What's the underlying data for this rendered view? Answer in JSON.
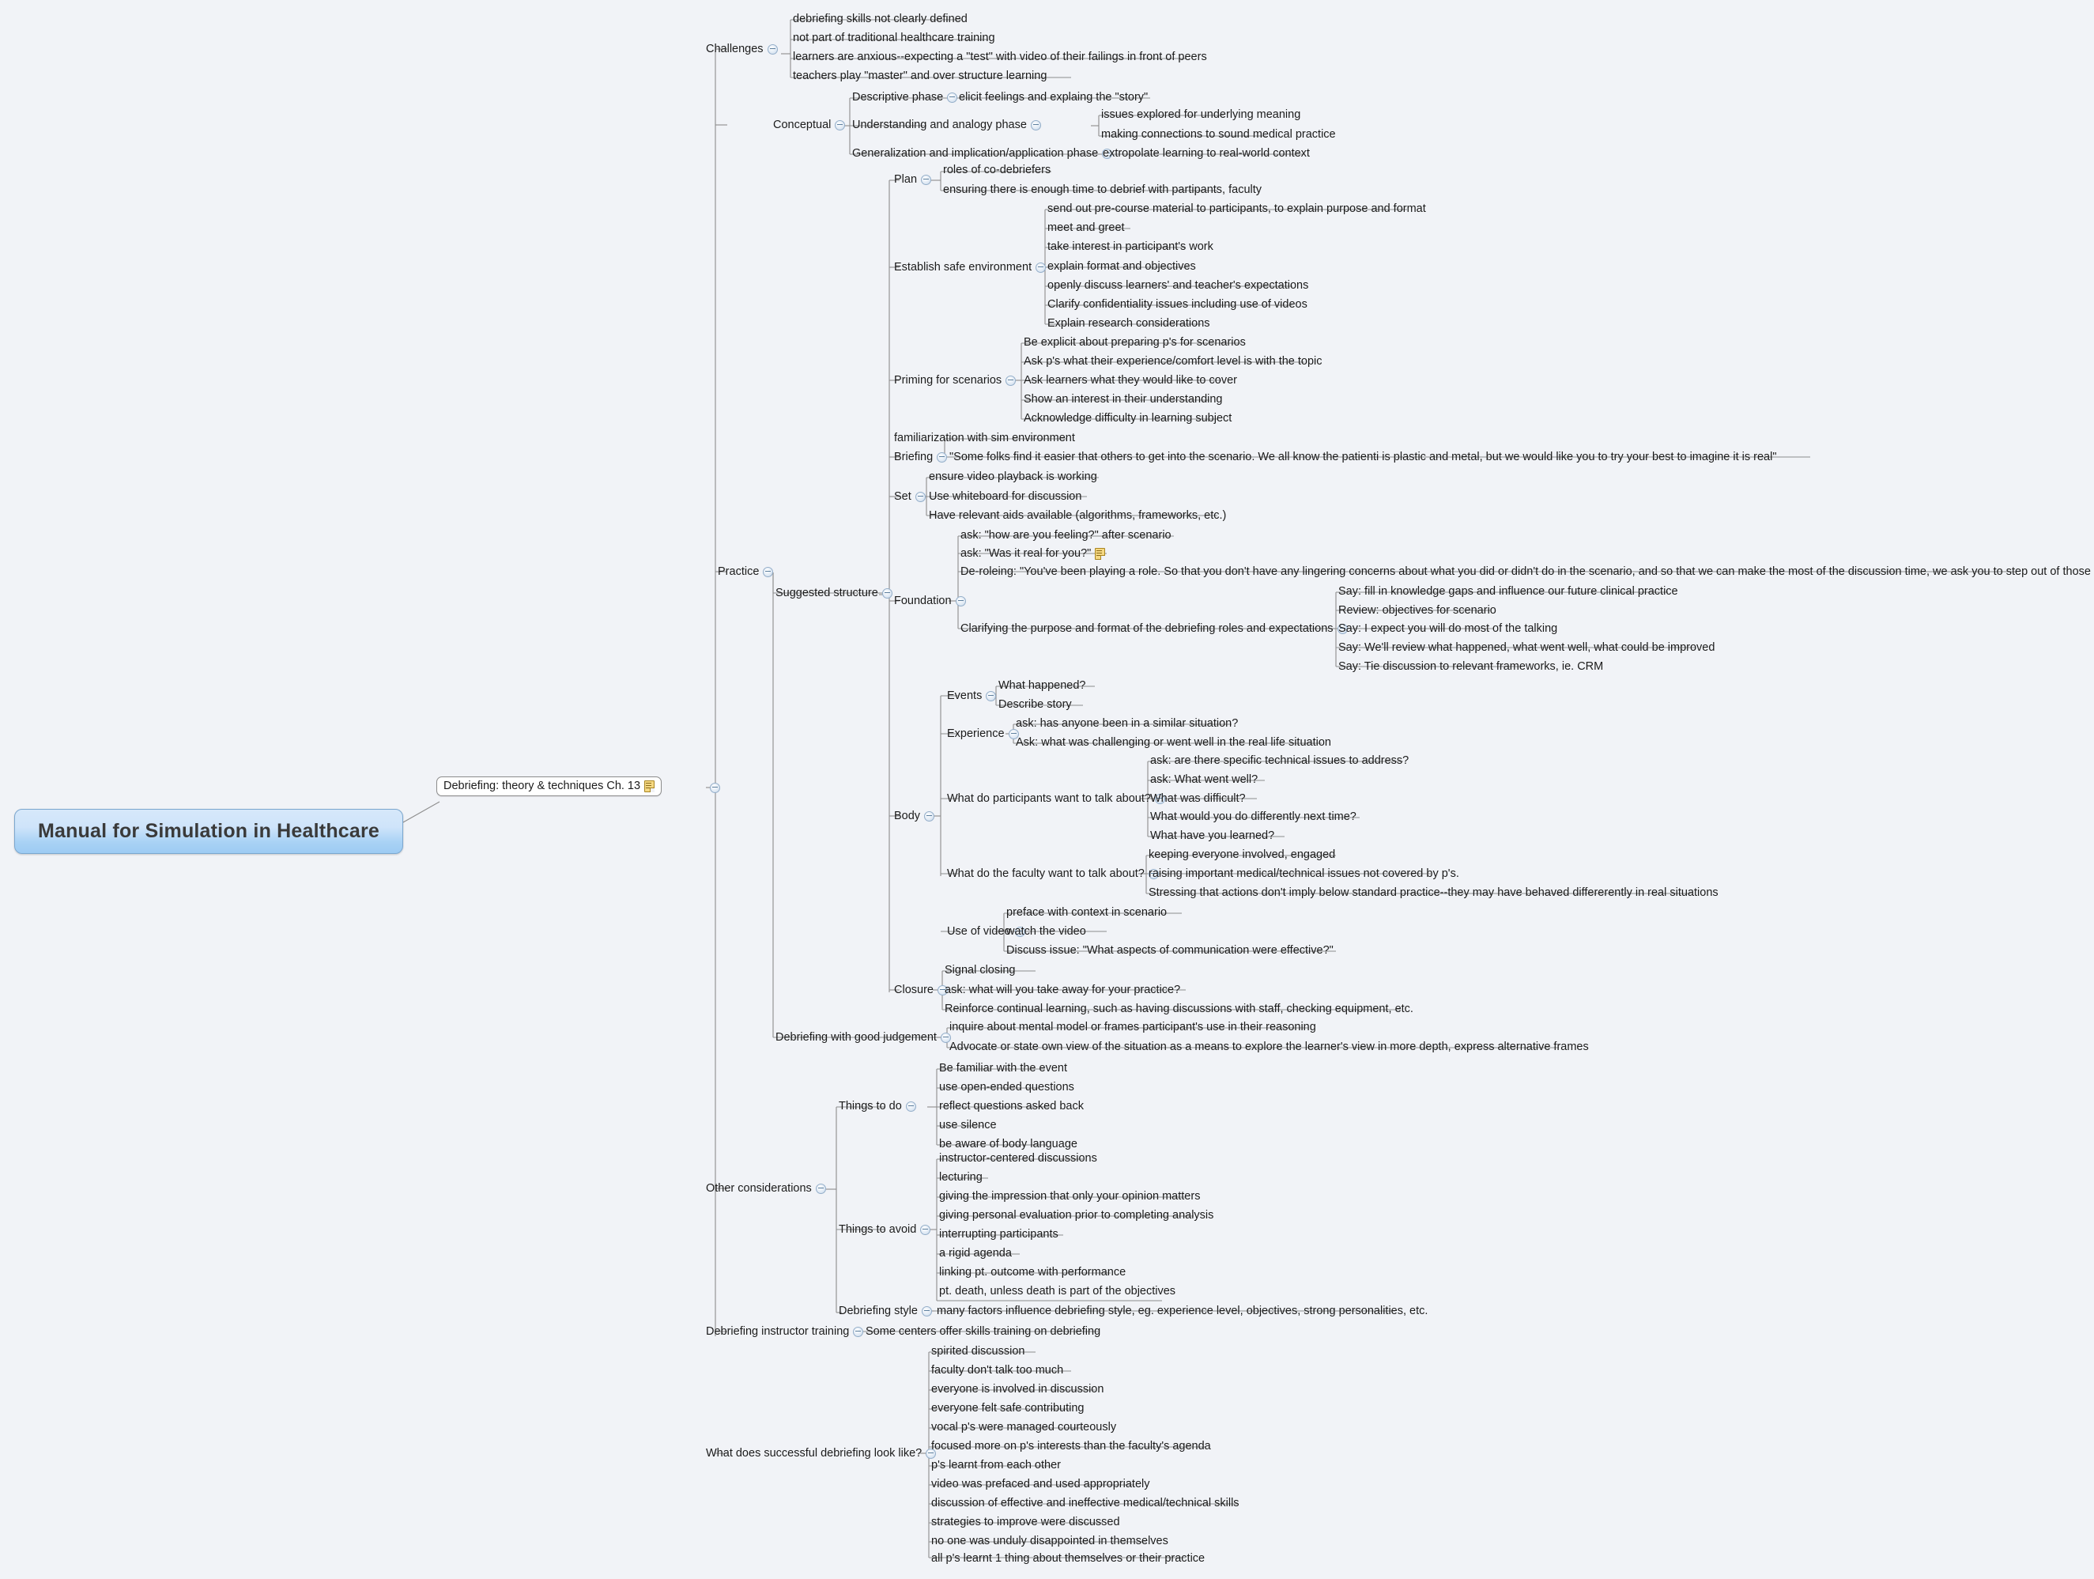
{
  "root": {
    "label": "Manual for Simulation in Healthcare"
  },
  "chapter": {
    "label": "Debriefing: theory & techniques Ch. 13",
    "note_icon": "note-icon"
  },
  "branches": [
    {
      "label": "Challenges",
      "children": [
        {
          "label": "debriefing skills not clearly defined"
        },
        {
          "label": "not part of traditional healthcare training"
        },
        {
          "label": "learners are anxious--expecting a \"test\" with video of their failings in front of peers"
        },
        {
          "label": "teachers play \"master\" and over structure learning"
        }
      ]
    },
    {
      "label": "Conceptual",
      "children": [
        {
          "label": "Descriptive phase",
          "children": [
            {
              "label": "elicit feelings and explaing the \"story\""
            }
          ]
        },
        {
          "label": "Understanding and analogy phase",
          "children": [
            {
              "label": "issues explored for underlying meaning"
            },
            {
              "label": "making connections to sound medical practice"
            }
          ]
        },
        {
          "label": "Generalization and implication/application phase",
          "children": [
            {
              "label": "extropolate learning to real-world context"
            }
          ]
        }
      ]
    },
    {
      "label": "Practice",
      "children": [
        {
          "label": "Suggested structure",
          "children": [
            {
              "label": "Plan",
              "children": [
                {
                  "label": "roles of co-debriefers"
                },
                {
                  "label": "ensuring there is enough time to debrief with partipants, faculty"
                }
              ]
            },
            {
              "label": "Establish safe environment",
              "children": [
                {
                  "label": "send out pre-course material to participants, to explain purpose and format"
                },
                {
                  "label": "meet and greet"
                },
                {
                  "label": "take interest in participant's work"
                },
                {
                  "label": "explain format and objectives"
                },
                {
                  "label": "openly discuss learners' and teacher's expectations"
                },
                {
                  "label": "Clarify confidentiality issues including use of videos"
                },
                {
                  "label": "Explain research considerations"
                }
              ]
            },
            {
              "label": "Priming for scenarios",
              "children": [
                {
                  "label": "Be explicit about preparing p's for scenarios"
                },
                {
                  "label": "Ask p's what their experience/comfort level is with the topic"
                },
                {
                  "label": "Ask learners what they would like to cover"
                },
                {
                  "label": "Show an interest in their understanding"
                },
                {
                  "label": "Acknowledge difficulty in learning subject"
                }
              ]
            },
            {
              "label": "Briefing",
              "children": [
                {
                  "label": "familiarization with sim environment"
                },
                {
                  "label": "\"Some folks find it easier that others to get into the scenario. We all know the patienti is plastic and metal, but we would like you to try your best to imagine it is real\""
                }
              ]
            },
            {
              "label": "Set",
              "children": [
                {
                  "label": "ensure video playback is working"
                },
                {
                  "label": "Use whiteboard for discussion"
                },
                {
                  "label": "Have relevant aids available (algorithms, frameworks, etc.)"
                }
              ]
            },
            {
              "label": "Foundation",
              "children": [
                {
                  "label": "ask: \"how are you feeling?\" after scenario"
                },
                {
                  "label": "ask: \"Was it real for you?\"",
                  "note": true
                },
                {
                  "label": "De-roleing: \"You've been playing a role. So that you don't have any lingering concerns about what you did or didn't do in the scenario, and so that we can make the most of the discussion time, we ask you to step out of those roles.\"",
                  "note": true
                },
                {
                  "label": "Clarifying the purpose and format of the debriefing roles and expectations",
                  "children": [
                    {
                      "label": "Say: fill in knowledge gaps and influence our future clinical practice"
                    },
                    {
                      "label": "Review: objectives for scenario"
                    },
                    {
                      "label": "Say: I expect you will do most of the talking"
                    },
                    {
                      "label": "Say: We'll review what happened, what went well, what could be improved"
                    },
                    {
                      "label": "Say: Tie discussion to relevant frameworks, ie. CRM"
                    }
                  ]
                }
              ]
            },
            {
              "label": "Body",
              "children": [
                {
                  "label": "Events",
                  "children": [
                    {
                      "label": "What happened?"
                    },
                    {
                      "label": "Describe story"
                    }
                  ]
                },
                {
                  "label": "Experience",
                  "children": [
                    {
                      "label": "ask: has anyone been in a similar situation?"
                    },
                    {
                      "label": "Ask: what was challenging or went well in the real life situation"
                    }
                  ]
                },
                {
                  "label": "What do participants want to talk about?",
                  "children": [
                    {
                      "label": "ask: are there specific technical issues to address?"
                    },
                    {
                      "label": "ask: What went well?"
                    },
                    {
                      "label": "What was difficult?"
                    },
                    {
                      "label": "What would you do differently next time?"
                    },
                    {
                      "label": "What have you learned?"
                    }
                  ]
                },
                {
                  "label": "What do the faculty want to talk about?",
                  "children": [
                    {
                      "label": "keeping everyone involved, engaged"
                    },
                    {
                      "label": "raising important medical/technical issues not covered by p's."
                    },
                    {
                      "label": "Stressing that actions don't imply below standard practice--they may have behaved differerently in real situations"
                    }
                  ]
                },
                {
                  "label": "Use of video",
                  "children": [
                    {
                      "label": "preface with context in scenario"
                    },
                    {
                      "label": "watch the video"
                    },
                    {
                      "label": "Discuss issue: \"What aspects of communication were effective?\""
                    }
                  ]
                }
              ]
            },
            {
              "label": "Closure",
              "children": [
                {
                  "label": "Signal closing"
                },
                {
                  "label": "ask: what will you take away for your practice?"
                },
                {
                  "label": "Reinforce continual learning, such as having discussions with staff, checking equipment, etc."
                }
              ]
            }
          ]
        },
        {
          "label": "Debriefing with good judgement",
          "children": [
            {
              "label": "inquire about mental model or frames participant's use in their reasoning"
            },
            {
              "label": "Advocate or state own view of the situation as a means to explore the learner's view in more depth, express alternative frames"
            }
          ]
        }
      ]
    },
    {
      "label": "Other considerations",
      "children": [
        {
          "label": "Things to do",
          "children": [
            {
              "label": "Be familiar with the event"
            },
            {
              "label": "use open-ended questions"
            },
            {
              "label": "reflect questions asked back"
            },
            {
              "label": "use silence"
            },
            {
              "label": "be aware of body language"
            }
          ]
        },
        {
          "label": "Things to avoid",
          "children": [
            {
              "label": "instructor-centered discussions"
            },
            {
              "label": "lecturing"
            },
            {
              "label": "giving the impression that only your opinion matters"
            },
            {
              "label": "giving personal evaluation prior to completing analysis"
            },
            {
              "label": "interrupting participants"
            },
            {
              "label": "a rigid agenda"
            },
            {
              "label": "linking pt. outcome with performance"
            },
            {
              "label": "pt. death, unless death is part of the objectives"
            }
          ]
        },
        {
          "label": "Debriefing style",
          "children": [
            {
              "label": "many factors influence debriefing style, eg. experience level, objectives, strong personalities, etc."
            }
          ]
        }
      ]
    },
    {
      "label": "Debriefing instructor training",
      "children": [
        {
          "label": "Some centers offer skills training on debriefing"
        }
      ]
    },
    {
      "label": "What does successful debriefing look like?",
      "children": [
        {
          "label": "spirited discussion"
        },
        {
          "label": "faculty don't talk too much"
        },
        {
          "label": "everyone is involved in discussion"
        },
        {
          "label": "everyone felt safe contributing"
        },
        {
          "label": "vocal p's were managed courteously"
        },
        {
          "label": "focused more on p's interests than the faculty's agenda"
        },
        {
          "label": "p's learnt from each other"
        },
        {
          "label": "video was prefaced and used appropriately"
        },
        {
          "label": "discussion of effective and ineffective medical/technical skills"
        },
        {
          "label": "strategies to improve were discussed"
        },
        {
          "label": "no one was unduly disappointed in themselves"
        },
        {
          "label": "all p's learnt 1 thing about themselves or their practice"
        }
      ]
    }
  ],
  "nodes": {
    "challenges": "Challenges",
    "c1": "debriefing skills not clearly defined",
    "c2": "not part of traditional healthcare training",
    "c3": "learners are anxious--expecting a \"test\" with video of their failings in front of peers",
    "c4": "teachers play \"master\" and over structure learning",
    "conceptual": "Conceptual",
    "desc_phase": "Descriptive phase",
    "desc_phase_c": "elicit feelings and explaing the \"story\"",
    "und_phase": "Understanding and analogy phase",
    "und_c1": "issues explored for underlying meaning",
    "und_c2": "making connections to sound medical practice",
    "gen_phase": "Generalization and implication/application phase",
    "gen_c": "extropolate learning to real-world context",
    "practice": "Practice",
    "sugg": "Suggested structure",
    "plan": "Plan",
    "plan1": "roles of co-debriefers",
    "plan2": "ensuring there is enough time to debrief with partipants, faculty",
    "ese": "Establish safe environment",
    "ese1": "send out pre-course material to participants, to explain purpose and format",
    "ese2": "meet and greet",
    "ese3": "take interest in participant's work",
    "ese4": "explain format and objectives",
    "ese5": "openly discuss learners' and teacher's expectations",
    "ese6": "Clarify confidentiality issues including use of videos",
    "ese7": "Explain research considerations",
    "prim": "Priming for scenarios",
    "prim1": "Be explicit about preparing p's for scenarios",
    "prim2": "Ask p's what their experience/comfort level is with the topic",
    "prim3": "Ask learners what they would like to cover",
    "prim4": "Show an interest in their understanding",
    "prim5": "Acknowledge difficulty in learning subject",
    "brief": "Briefing",
    "brief1": "familiarization with sim environment",
    "brief2": "\"Some folks find it easier that others to get into the scenario. We all know the patienti is plastic and metal, but we would like you to try your best to imagine it is real\"",
    "set": "Set",
    "set1": "ensure video playback is working",
    "set2": "Use whiteboard for discussion",
    "set3": "Have relevant aids available (algorithms, frameworks, etc.)",
    "found": "Foundation",
    "found1": "ask: \"how are you feeling?\" after scenario",
    "found2": "ask: \"Was it real for you?\"",
    "found3": "De-roleing: \"You've been playing a role. So that you don't have any lingering concerns about what you did or didn't do in the scenario, and so that we can make the most of the discussion time, we ask you to step out of those roles.\"",
    "found4": "Clarifying the purpose and format of the debriefing roles and expectations",
    "cl1": "Say: fill in knowledge gaps and influence our future clinical practice",
    "cl2": "Review: objectives for scenario",
    "cl3": "Say: I expect you will do most of the talking",
    "cl4": "Say: We'll review what happened, what went well, what could be improved",
    "cl5": "Say: Tie discussion to relevant frameworks, ie. CRM",
    "body": "Body",
    "events": "Events",
    "ev1": "What happened?",
    "ev2": "Describe story",
    "exp": "Experience",
    "exp1": "ask: has anyone been in a similar situation?",
    "exp2": "Ask: what was challenging or went well in the real life situation",
    "parts": "What do participants want to talk about?",
    "pa1": "ask: are there specific technical issues to address?",
    "pa2": "ask: What went well?",
    "pa3": "What was difficult?",
    "pa4": "What would you do differently next time?",
    "pa5": "What have you learned?",
    "fac": "What do the faculty want to talk about?",
    "fa1": "keeping everyone involved, engaged",
    "fa2": "raising important medical/technical issues not covered by p's.",
    "fa3": "Stressing that actions don't imply below standard practice--they may have behaved differerently in real situations",
    "video": "Use of video",
    "vi1": "preface with context in scenario",
    "vi2": "watch the video",
    "vi3": "Discuss issue: \"What aspects of communication were effective?\"",
    "closure": "Closure",
    "clo1": "Signal closing",
    "clo2": "ask: what will you take away for your practice?",
    "clo3": "Reinforce continual learning, such as having discussions with staff, checking equipment, etc.",
    "dgj": "Debriefing with good judgement",
    "dgj1": "inquire about mental model or frames participant's use in their reasoning",
    "dgj2": "Advocate or state own view of the situation as a means to explore the learner's view in more depth, express alternative frames",
    "other": "Other considerations",
    "ttd": "Things to do",
    "ttd1": "Be familiar with the event",
    "ttd2": "use open-ended questions",
    "ttd3": "reflect questions asked back",
    "ttd4": "use silence",
    "ttd5": "be aware of body language",
    "tta": "Things to avoid",
    "tta1": "instructor-centered discussions",
    "tta2": "lecturing",
    "tta3": "giving the impression that only your opinion matters",
    "tta4": "giving personal evaluation prior to completing analysis",
    "tta5": "interrupting participants",
    "tta6": "a rigid agenda",
    "tta7": "linking pt. outcome with performance",
    "tta8": "pt. death, unless death is part of the objectives",
    "dstyle": "Debriefing style",
    "dstyle1": "many factors influence debriefing style, eg. experience level, objectives, strong personalities, etc.",
    "dit": "Debriefing instructor training",
    "dit1": "Some centers offer skills training on debriefing",
    "succ": "What does successful debriefing look like?",
    "su1": "spirited discussion",
    "su2": "faculty don't talk too much",
    "su3": "everyone is involved in discussion",
    "su4": "everyone felt safe contributing",
    "su5": "vocal p's were managed courteously",
    "su6": "focused more on p's interests than the faculty's agenda",
    "su7": "p's learnt from each other",
    "su8": "video was prefaced and used appropriately",
    "su9": "discussion of effective and ineffective medical/technical skills",
    "su10": "strategies to improve were discussed",
    "su11": "no one was unduly disappointed in themselves",
    "su12": "all p's learnt 1 thing about themselves or their practice"
  },
  "colors": {
    "background": "#f1f3f7",
    "root_fill": "#a9d2f5",
    "root_border": "#7ba7cf",
    "node_underline": "#8c8c8c",
    "text": "#1b1b1b",
    "toggle": "#94aec9",
    "note": "#f5d882"
  }
}
